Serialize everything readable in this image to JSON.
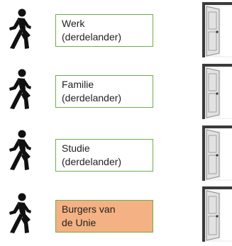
{
  "rows": [
    {
      "label": "Werk\n(derdelander)",
      "highlight": false
    },
    {
      "label": "Familie\n(derdelander)",
      "highlight": false
    },
    {
      "label": "Studie\n(derdelander)",
      "highlight": false
    },
    {
      "label": "Burgers van\nde Unie",
      "highlight": true
    }
  ],
  "icons": {
    "person": "walking-person-icon",
    "door": "door-icon"
  },
  "colors": {
    "box_border": "#70ad47",
    "highlight_fill": "#f4b183",
    "icon": "#111111"
  }
}
